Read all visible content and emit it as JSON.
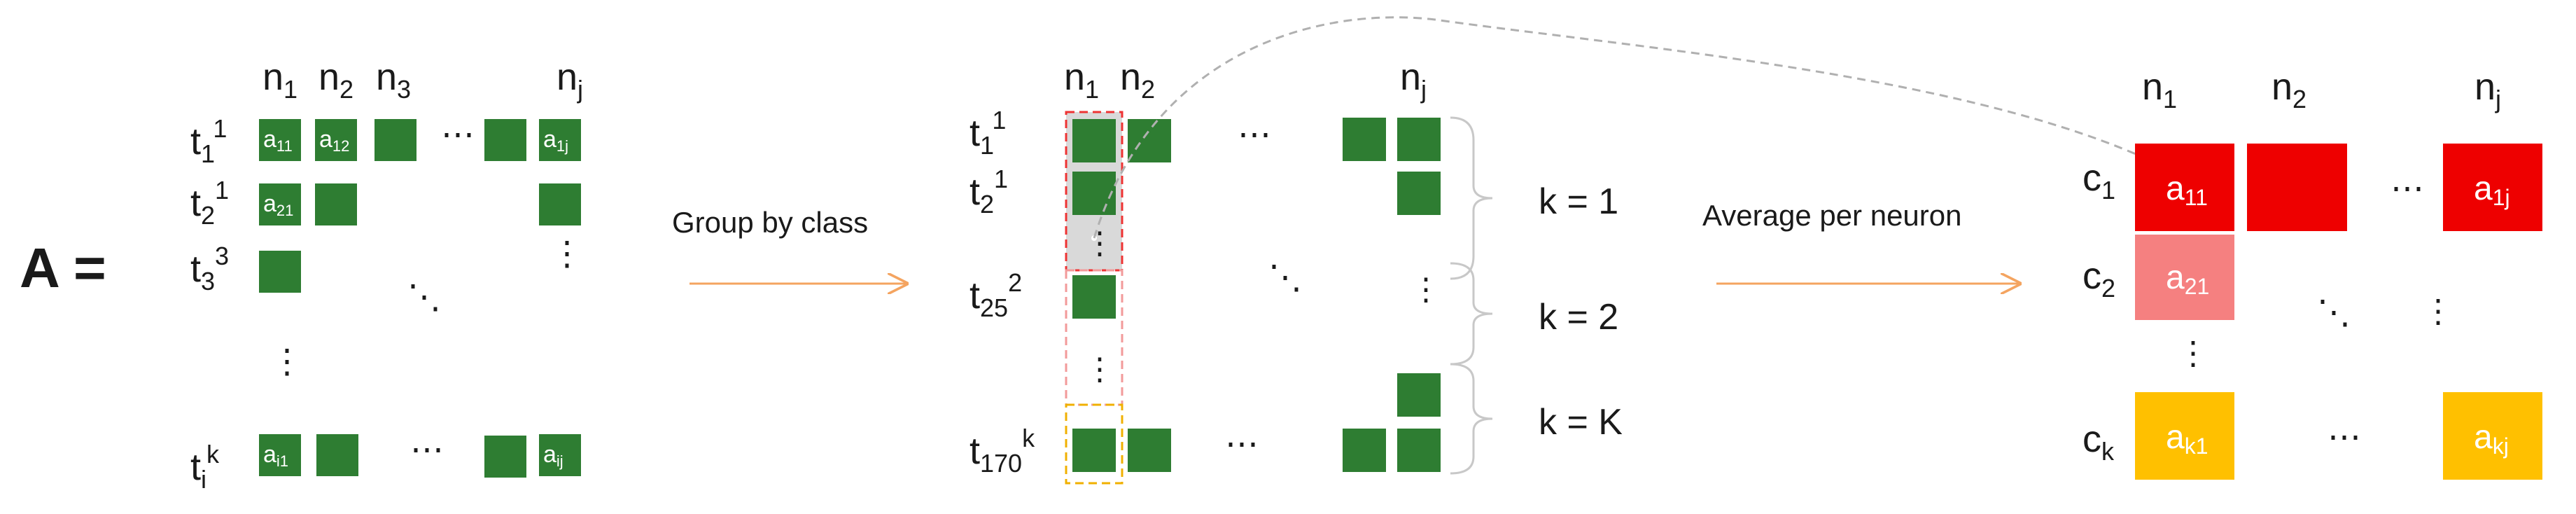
{
  "matrix_label": "A =",
  "step1": "Group by class",
  "step2": "Average per neuron",
  "left": {
    "col": [
      "n",
      "1",
      "n",
      "2",
      "n",
      "3",
      "n",
      "j"
    ],
    "rows": [
      {
        "b": "t",
        "s": "1",
        "p": "1"
      },
      {
        "b": "t",
        "s": "2",
        "p": "1"
      },
      {
        "b": "t",
        "s": "3",
        "p": "3"
      },
      {
        "b": "t",
        "s": "i",
        "p": "k"
      }
    ],
    "cells": [
      {
        "b": "a",
        "s": "11"
      },
      {
        "b": "a",
        "s": "12"
      },
      {
        "b": "a",
        "s": "1j"
      },
      {
        "b": "a",
        "s": "21"
      },
      {
        "b": "a",
        "s": "i1"
      },
      {
        "b": "a",
        "s": "ij"
      }
    ]
  },
  "mid": {
    "col": [
      "n",
      "1",
      "n",
      "2",
      "n",
      "j"
    ],
    "rows": [
      {
        "b": "t",
        "s": "1",
        "p": "1"
      },
      {
        "b": "t",
        "s": "2",
        "p": "1"
      },
      {
        "b": "t",
        "s": "25",
        "p": "2"
      },
      {
        "b": "t",
        "s": "170",
        "p": "k"
      }
    ],
    "groups": [
      "k = 1",
      "k = 2",
      "k = K"
    ]
  },
  "right": {
    "col": [
      "n",
      "1",
      "n",
      "2",
      "n",
      "j"
    ],
    "rows": [
      {
        "b": "c",
        "s": "1"
      },
      {
        "b": "c",
        "s": "2"
      },
      {
        "b": "c",
        "s": "k"
      }
    ],
    "cells": [
      {
        "b": "a",
        "s": "11"
      },
      {
        "b": "a",
        "s": "1j"
      },
      {
        "b": "a",
        "s": "21"
      },
      {
        "b": "a",
        "s": "k1"
      },
      {
        "b": "a",
        "s": "kj"
      }
    ]
  },
  "dots": "⋯",
  "vdots": "⋮",
  "ddots": "⋱",
  "colors": {
    "green": "#2e7d32",
    "red": "#ee0000",
    "pink": "#f58080",
    "amber": "#ffc000",
    "orange": "#f4a460",
    "gray_fill": "#d9d9d9",
    "red_dash": "#ee3333",
    "pink_dash": "#f29a9a",
    "amber_dash": "#f0b000",
    "bracket": "#c8c8c8",
    "curve": "#b0b0b0"
  }
}
